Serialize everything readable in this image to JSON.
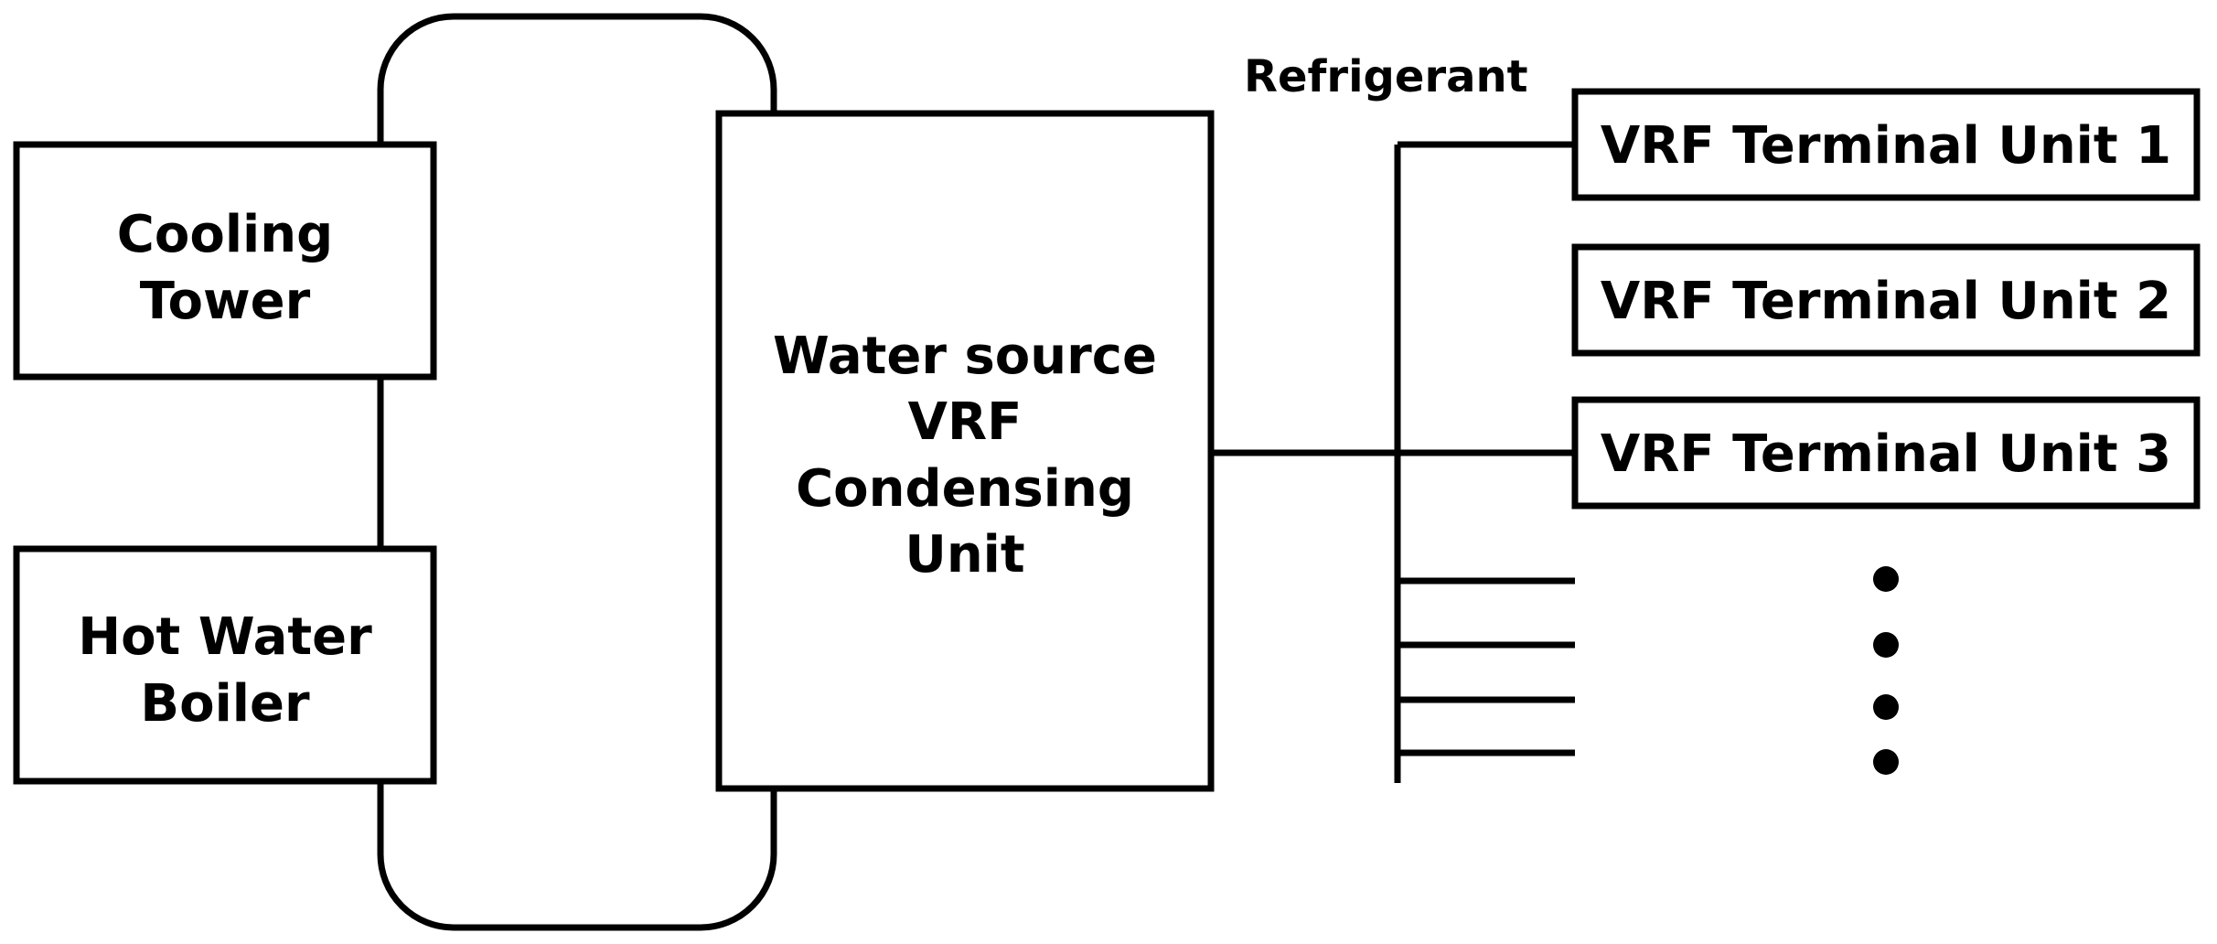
{
  "components": {
    "cooling_tower": {
      "line1": "Cooling",
      "line2": "Tower"
    },
    "hot_water_boiler": {
      "line1": "Hot Water",
      "line2": "Boiler"
    },
    "condensing_unit": {
      "line1": "Water source",
      "line2": "VRF",
      "line3": "Condensing",
      "line4": "Unit"
    },
    "refrigerant_label": "Refrigerant",
    "terminal_units": [
      "VRF Terminal Unit 1",
      "VRF Terminal Unit 2",
      "VRF Terminal Unit 3"
    ]
  }
}
